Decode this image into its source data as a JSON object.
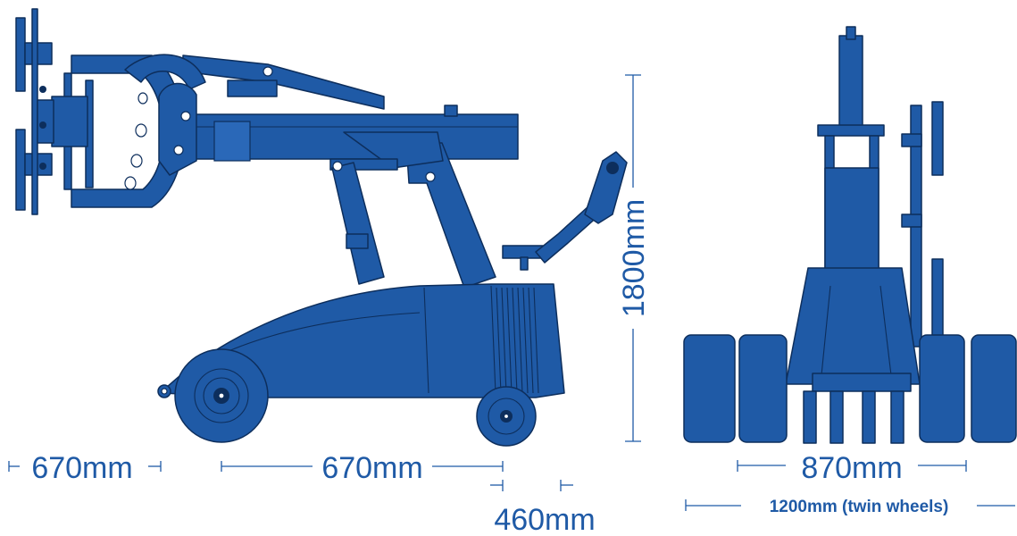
{
  "colors": {
    "machine_fill": "#1f5aa6",
    "outline": "#0d2e5c",
    "dimension": "#1f5aa6",
    "background": "#ffffff"
  },
  "dimensions": {
    "height": "1800mm",
    "front_overhang": "670mm",
    "wheelbase": "670mm",
    "rear_overhang": "460mm",
    "track_width": "870mm",
    "twin_wheel_width": "1200mm (twin wheels)"
  }
}
